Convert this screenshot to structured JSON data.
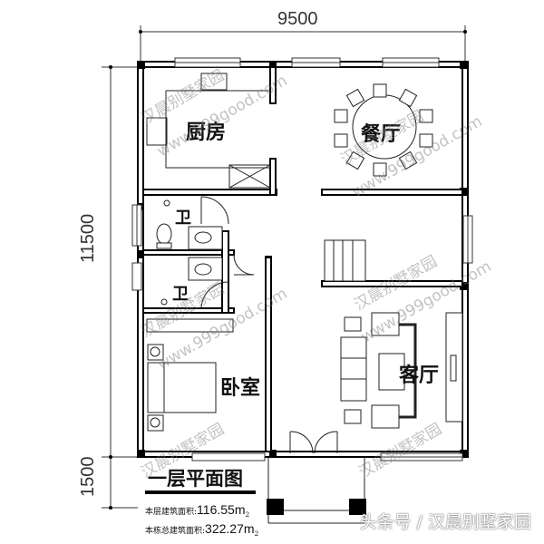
{
  "plan": {
    "title": "一层平面图",
    "floor_area_label": "本层建筑面积:",
    "floor_area_value": "116.55m",
    "floor_area_unit": "2",
    "total_area_label": "本栋总建筑面积:",
    "total_area_value": "322.27m",
    "total_area_unit": "2"
  },
  "dimensions": {
    "width": "9500",
    "depth": "11500",
    "porch": "1500"
  },
  "rooms": {
    "kitchen": "厨房",
    "dining": "餐厅",
    "bath_upper": "卫",
    "bath_lower": "卫",
    "bedroom": "卧室",
    "living": "客厅"
  },
  "watermarks": {
    "brand": "汉晨别墅家园",
    "url": "www.999good.com"
  },
  "credit": "头条号 / 汉晨别墅家园",
  "colors": {
    "wall": "#000000",
    "line": "#222222",
    "watermark": "#8a8a8a",
    "background": "#ffffff"
  }
}
